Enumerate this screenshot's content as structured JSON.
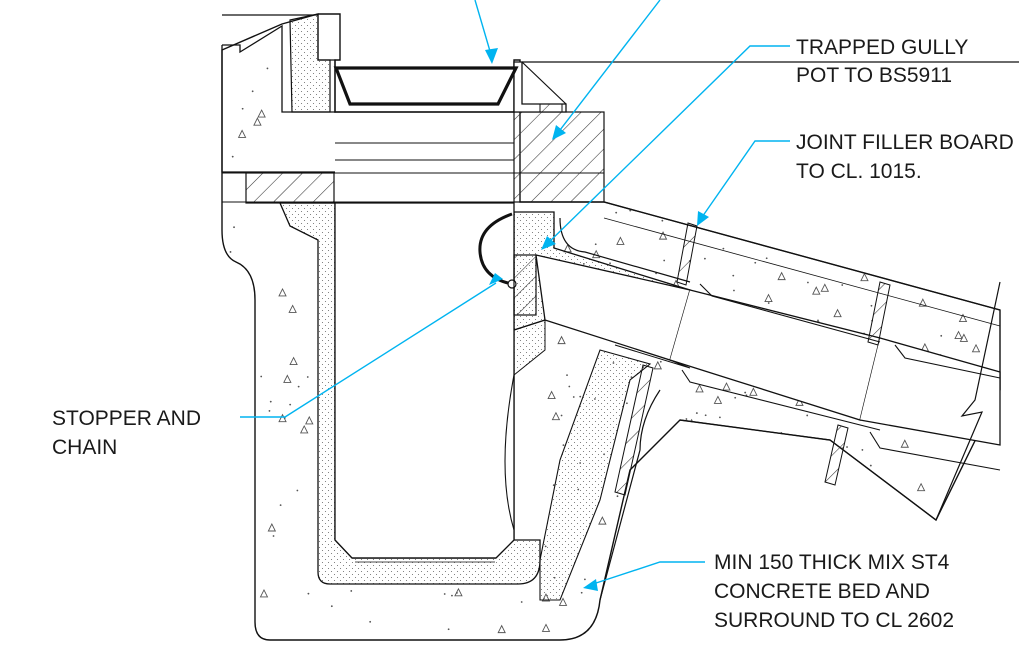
{
  "drawing": {
    "leader_color": "#00b4f0",
    "line_color": "#111111",
    "labels": {
      "gully_pot": [
        "TRAPPED GULLY",
        "POT TO BS5911"
      ],
      "joint_filler": [
        "JOINT FILLER BOARD",
        "TO CL. 1015."
      ],
      "stopper": [
        "STOPPER AND",
        "CHAIN"
      ],
      "concrete": [
        "MIN 150 THICK MIX ST4",
        "CONCRETE BED AND",
        "SURROUND TO CL 2602"
      ]
    }
  }
}
